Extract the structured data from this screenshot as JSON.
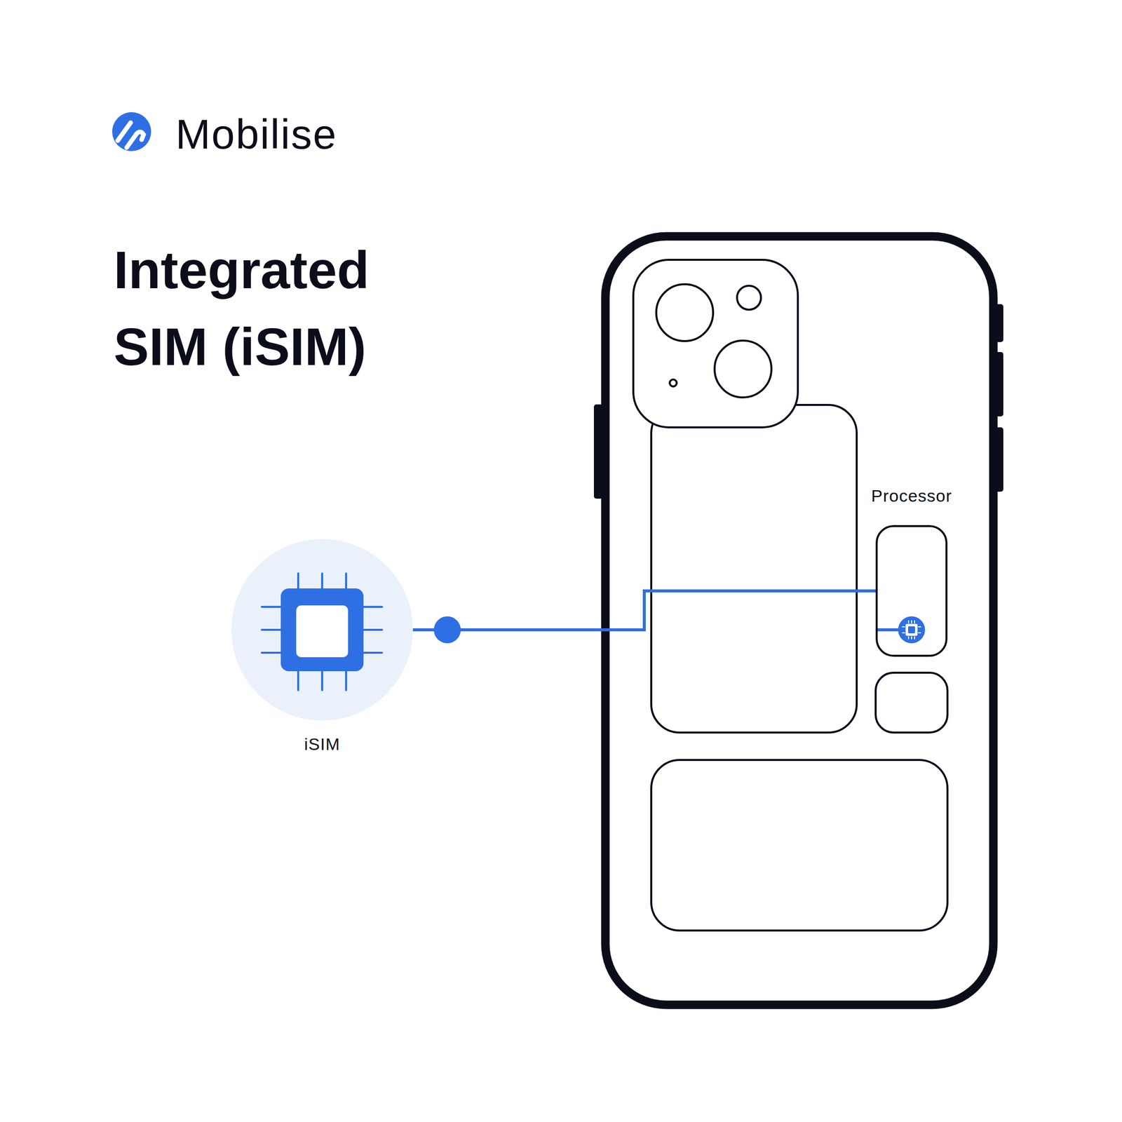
{
  "diagram": {
    "title": "Integrated SIM (iSIM)",
    "nodes": [
      {
        "text": [
          "iSIM"
        ]
      },
      {
        "text": [
          "Processor"
        ]
      }
    ],
    "edges": [
      {
        "from": 0,
        "to": 1,
        "arrow": "none"
      }
    ],
    "labels": [
      "Mobilise"
    ]
  }
}
